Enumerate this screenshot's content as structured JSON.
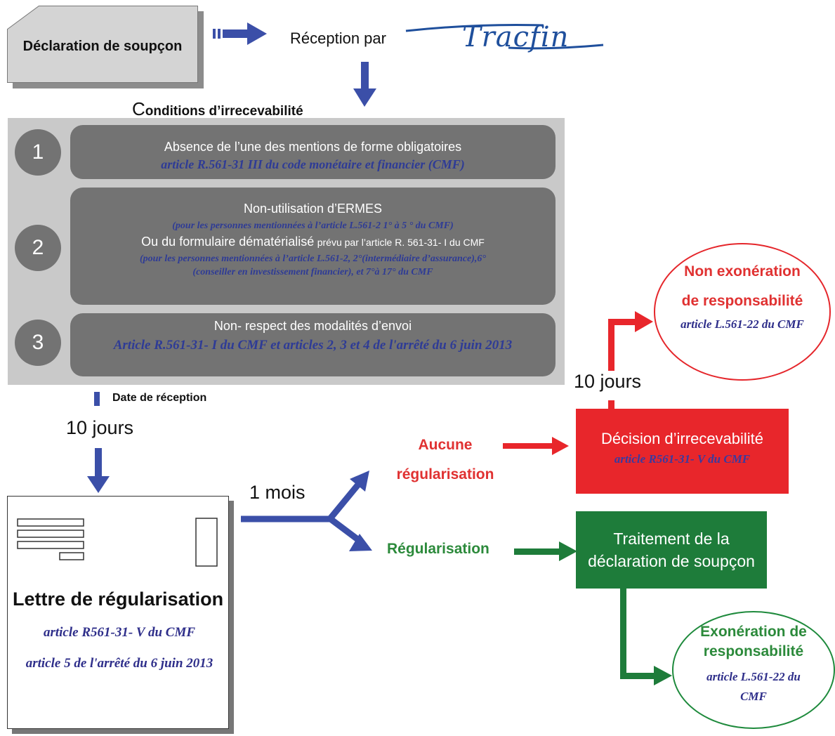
{
  "declaration": {
    "title": "Déclaration de soupçon"
  },
  "reception": {
    "label": "Réception par",
    "logo_text": "Tracfin"
  },
  "conditions": {
    "title_initial": "C",
    "title_rest": "onditions d’irrecevabilité",
    "items": [
      {
        "number": "1",
        "line1": "Absence de l’une des mentions de forme obligatoires",
        "line2": "article R.561-31 III du code monétaire et financier (CMF)"
      },
      {
        "number": "2",
        "line1": "Non-utilisation d’ERMES",
        "line2": "(pour les personnes mentionnées à l’article L.561-2 1° à 5 ° du CMF)",
        "line3": "Ou du formulaire dématérialisé",
        "line3b": "prévu par l’article R. 561-31- I du CMF",
        "line4": "(pour les personnes mentionnées à l’article L.561-2, 2°(intermédiaire d’assurance),6°",
        "line5": "(conseiller en investissement financier), et 7°à 17° du CMF"
      },
      {
        "number": "3",
        "line1": "Non- respect des modalités d’envoi",
        "line2": "Article R.561-31- I du CMF et articles 2, 3 et 4 de l'arrêté du 6 juin 2013"
      }
    ]
  },
  "timeline": {
    "date_reception": "Date de réception",
    "days_left": "10 jours",
    "days_right": "10 jours",
    "one_month": "1 mois"
  },
  "outcomes": {
    "aucune_line1": "Aucune",
    "aucune_line2": "régularisation",
    "regularisation": "Régularisation",
    "decision_title": "Décision d’irrecevabilité",
    "decision_ref": "article R561-31- V du CMF",
    "traitement_line1": "Traitement de la",
    "traitement_line2": "déclaration de soupçon",
    "non_exo_line1": "Non exonération",
    "non_exo_line2": "de responsabilité",
    "non_exo_ref": "article L.561-22 du CMF",
    "exo_line1": "Exonération de",
    "exo_line2": "responsabilité",
    "exo_ref1": "article L.561-22 du",
    "exo_ref2": "CMF"
  },
  "letter": {
    "title": "Lettre de régularisation",
    "ref1": "article R561-31- V du CMF",
    "ref2": "article 5 de l'arrêté du 6 juin 2013"
  },
  "colors": {
    "blue_arrow": "#3b4fa8",
    "red": "#e8262b",
    "green": "#1e7c3a",
    "panel_gray": "#c9c9c9",
    "box_gray": "#737373"
  }
}
